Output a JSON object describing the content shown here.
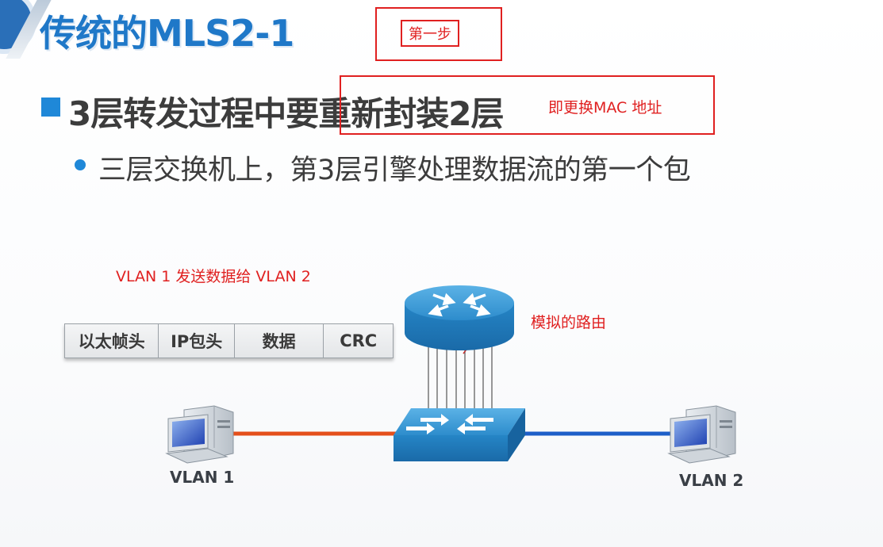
{
  "slide": {
    "title": "传统的MLS2-1",
    "heading": "3层转发过程中要重新封装2层",
    "bullet": "三层交换机上，第3层引擎处理数据流的第一个包"
  },
  "annotations": {
    "step_label": "第一步",
    "mac_note": "即更换MAC 地址",
    "send_note": "VLAN 1 发送数据给 VLAN 2",
    "router_note": "模拟的路由"
  },
  "frame": {
    "cells": [
      "以太帧头",
      "IP包头",
      "数据",
      "CRC"
    ]
  },
  "network": {
    "left_host_label": "VLAN 1",
    "right_host_label": "VLAN 2",
    "left_link_color": "#e4501c",
    "right_link_color": "#1d5fc8",
    "device_color": "#2b8ccc",
    "icons": [
      "router-icon",
      "switch-icon",
      "workstation-icon"
    ]
  }
}
